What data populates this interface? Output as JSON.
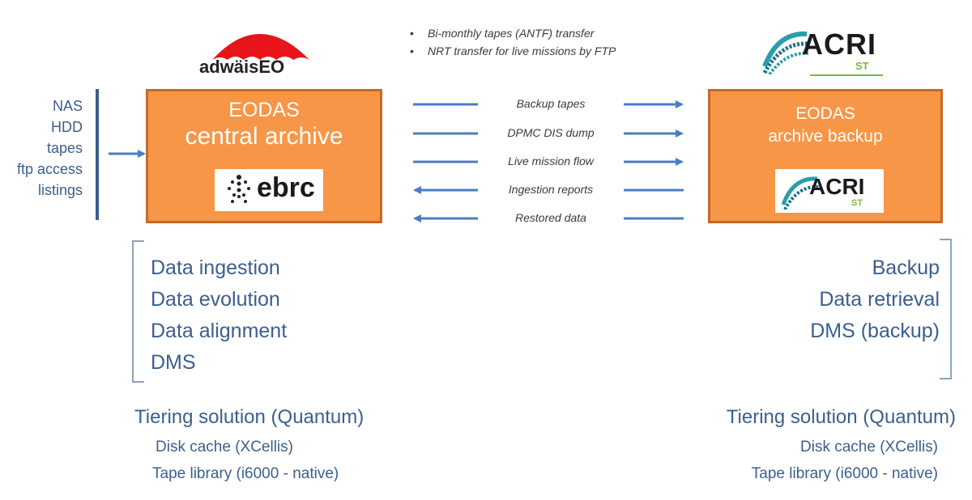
{
  "logos": {
    "left_top": {
      "text": "adwäisEO"
    },
    "right_top": {
      "text": "ACRI",
      "sub": "ST"
    },
    "left_box": {
      "text": "ebrc"
    },
    "right_box": {
      "text": "ACRI",
      "sub": "ST"
    }
  },
  "sources": [
    "NAS",
    "HDD",
    "tapes",
    "ftp access",
    "listings"
  ],
  "left_box": {
    "title1": "EODAS",
    "title2": "central archive"
  },
  "right_box": {
    "title1": "EODAS",
    "title2": "archive backup"
  },
  "transfer_notes": [
    "Bi-monthly tapes (ANTF) transfer",
    "NRT transfer for live missions by FTP"
  ],
  "flows": [
    {
      "label": "Backup tapes",
      "direction": "right"
    },
    {
      "label": "DPMC DIS dump",
      "direction": "right"
    },
    {
      "label": "Live mission flow",
      "direction": "right"
    },
    {
      "label": "Ingestion reports",
      "direction": "left"
    },
    {
      "label": "Restored data",
      "direction": "left"
    }
  ],
  "left_functions": [
    "Data ingestion",
    "Data evolution",
    "Data alignment",
    "DMS"
  ],
  "right_functions": [
    "Backup",
    "Data retrieval",
    "DMS (backup)"
  ],
  "left_tiering": {
    "title": "Tiering solution (Quantum)",
    "items": [
      "Disk cache (XCellis)",
      "Tape library (i6000 - native)"
    ]
  },
  "right_tiering": {
    "title": "Tiering solution (Quantum)",
    "items": [
      "Disk cache (XCellis)",
      "Tape library (i6000 - native)"
    ]
  },
  "colors": {
    "accent_blue": "#3b5f8e",
    "box_orange": "#f79646",
    "arrow_blue": "#4a7ec2",
    "logo_red": "#e8141c"
  }
}
